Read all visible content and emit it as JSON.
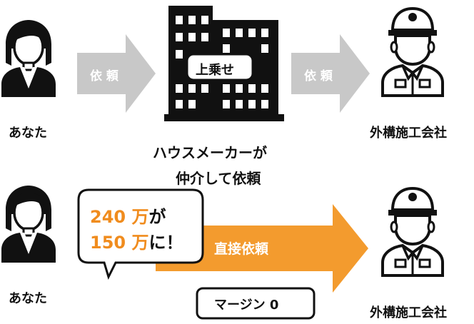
{
  "top": {
    "requester_label": "あなた",
    "arrow1_label": "依 頼",
    "arrow2_label": "依 頼",
    "markup_tag": "上乗せ",
    "maker_caption_line1": "ハウスメーカーが",
    "maker_caption_line2": "仲介して依頼",
    "contractor_label": "外構施工会社"
  },
  "bottom": {
    "requester_label": "あなた",
    "bubble_line1_number": "240",
    "bubble_line1_unit": " 万",
    "bubble_line1_suffix": "が",
    "bubble_line2_number": "150",
    "bubble_line2_unit": " 万",
    "bubble_line2_suffix": "に！",
    "direct_arrow_label": "直接依頼",
    "margin_badge": "マージン 0",
    "contractor_label": "外構施工会社"
  },
  "colors": {
    "icon": "#111111",
    "gray_arrow": "#c8c8c8",
    "orange_arrow": "#f39b2e",
    "accent_text": "#f08c1e",
    "white": "#ffffff"
  },
  "icons": [
    "woman-icon",
    "building-icon",
    "worker-icon"
  ]
}
